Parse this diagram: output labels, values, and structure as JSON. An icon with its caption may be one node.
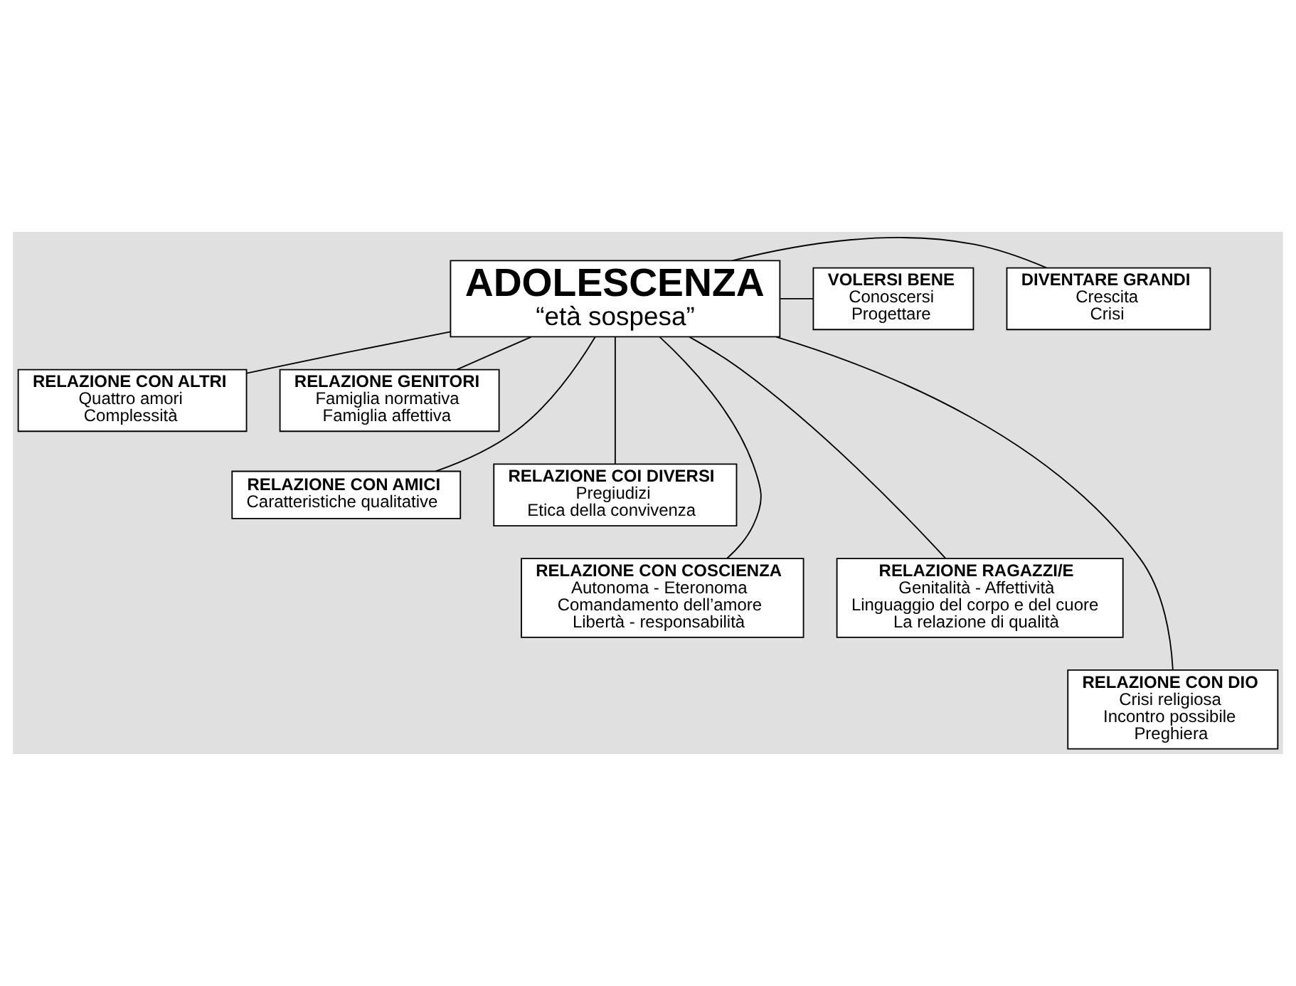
{
  "diagram": {
    "nodes": [
      {
        "text": [
          "ADOLESCENZA",
          "“età sospesa”"
        ]
      },
      {
        "text": [
          "DIVENTARE GRANDI",
          "Crescita",
          "Crisi"
        ]
      },
      {
        "text": [
          "VOLERSI BENE",
          "Conoscersi",
          "Progettare"
        ]
      },
      {
        "text": [
          "RELAZIONE CON ALTRI",
          "Quattro amori",
          "Complessità"
        ]
      },
      {
        "text": [
          "RELAZIONE GENITORI",
          "Famiglia normativa",
          "Famiglia affettiva"
        ]
      },
      {
        "text": [
          "RELAZIONE CON AMICI",
          "Caratteristiche qualitative"
        ]
      },
      {
        "text": [
          "RELAZIONE COI DIVERSI",
          "Pregiudizi",
          "Etica della convivenza"
        ]
      },
      {
        "text": [
          "RELAZIONE CON COSCIENZA",
          "Autonoma - Eteronoma",
          "Comandamento dell’amore",
          "Libertà - responsabilità"
        ]
      },
      {
        "text": [
          "RELAZIONE RAGAZZI/E",
          "Genitalità - Affettività",
          "Linguaggio del corpo e del cuore",
          "La relazione di qualità"
        ]
      },
      {
        "text": [
          "RELAZIONE CON DIO",
          "Crisi religiosa",
          "Incontro possibile",
          "Preghiera"
        ]
      }
    ],
    "edges": [
      {
        "from": 0,
        "to": 1,
        "arrow": "none"
      },
      {
        "from": 0,
        "to": 2,
        "arrow": "none"
      },
      {
        "from": 0,
        "to": 3,
        "arrow": "none"
      },
      {
        "from": 0,
        "to": 4,
        "arrow": "none"
      },
      {
        "from": 0,
        "to": 5,
        "arrow": "none"
      },
      {
        "from": 0,
        "to": 6,
        "arrow": "none"
      },
      {
        "from": 0,
        "to": 7,
        "arrow": "none"
      },
      {
        "from": 0,
        "to": 8,
        "arrow": "none"
      },
      {
        "from": 0,
        "to": 9,
        "arrow": "none"
      }
    ]
  }
}
